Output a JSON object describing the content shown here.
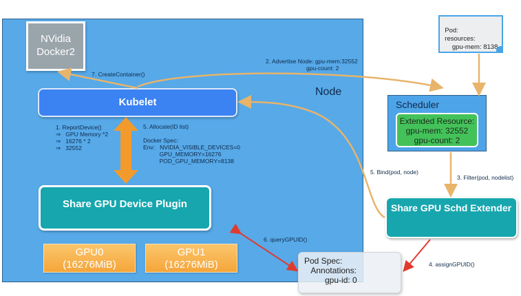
{
  "diagram": {
    "node_label": "Node",
    "nvidia": {
      "line1": "NVidia",
      "line2": "Docker2"
    },
    "kubelet": "Kubelet",
    "device_plugin": "Share GPU Device Plugin",
    "gpus": [
      {
        "name": "GPU0",
        "memory": "(16276MiB)"
      },
      {
        "name": "GPU1",
        "memory": "(16276MiB)"
      }
    ],
    "pod_note": "Pod:\n  resources:\n      gpu-mem: 8138",
    "scheduler": {
      "title": "Scheduler",
      "extended_resource": "Extended Resource:\ngpu-mem: 32552\ngpu-count: 2"
    },
    "extender": "Share GPU Schd Extender",
    "pod_spec": "Pod Spec:\n   Annotations:\n         gpu-id: 0",
    "labels": {
      "create_container": "7. CreateContainer()",
      "advertise": "2. Advertise Node: gpu-mem:32552\n                         gpu-count: 2",
      "report_device": "1. ReportDevice()\n⇒   GPU Memory *2\n⇒   16276 * 2\n⇒   32552",
      "allocate": "5. Allocate(ID list)\n\nDocker Spec:\nEnv:   NVIDIA_VISIBLE_DEVICES=0\n          GPU_MEMORY=16276\n          POD_GPU_MEMORY=8138",
      "bind": "5. Bind(pod, node)",
      "filter": "3. Filter(pod, nodelist)",
      "query_gpuid": "6. queryGPUID()",
      "assign_gpuid": "4. assignGPUID()"
    },
    "colors": {
      "node_bg": "#57a9e8",
      "kubelet": "#3b82f2",
      "plugin": "#17a6ae",
      "gpu": "#f5a53a",
      "resource": "#44c25a",
      "flow_arrow": "#e8b46a",
      "red_arrow": "#e03a2e",
      "big_arrow": "#f29b2c"
    }
  }
}
